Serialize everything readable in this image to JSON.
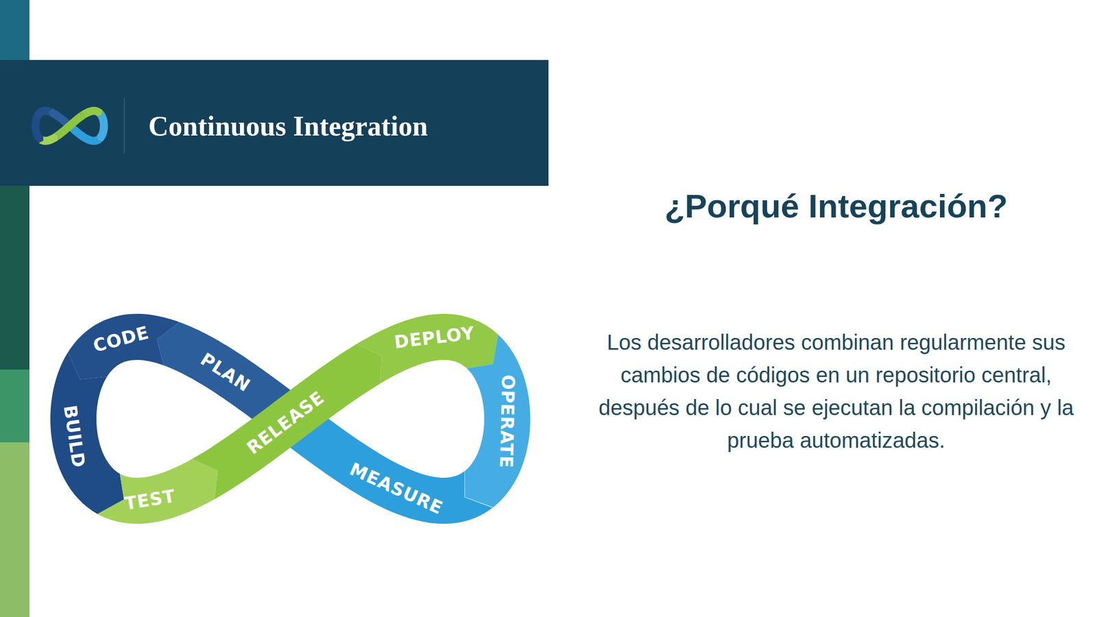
{
  "diagram": {
    "title": "Continuous Integration",
    "nodes": [
      {
        "text": [
          "CODE"
        ]
      },
      {
        "text": [
          "PLAN"
        ]
      },
      {
        "text": [
          "DEPLOY"
        ]
      },
      {
        "text": [
          "RELEASE"
        ]
      },
      {
        "text": [
          "BUILD"
        ]
      },
      {
        "text": [
          "OPERATE"
        ]
      },
      {
        "text": [
          "TEST"
        ]
      },
      {
        "text": [
          "MEASURE"
        ]
      }
    ],
    "labels": [
      "¿Porqué Integración?",
      "Los desarrolladores combinan regularmente sus cambios de códigos en un repositorio central, después de lo cual se ejecutan la compilación y la prueba automatizadas."
    ]
  }
}
